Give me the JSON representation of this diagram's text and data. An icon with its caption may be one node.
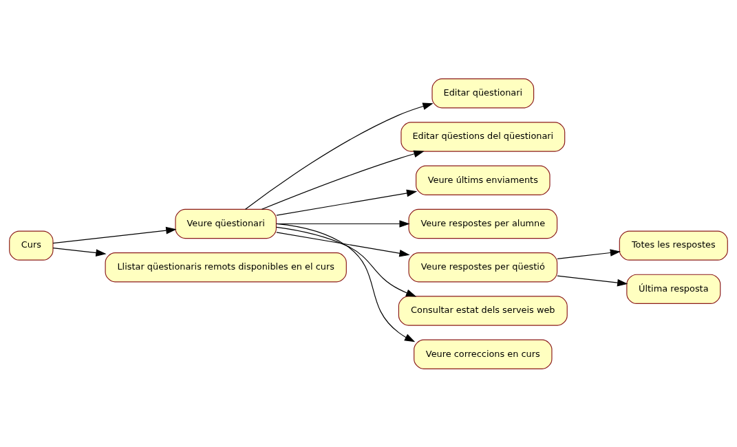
{
  "diagram": {
    "nodes": [
      {
        "text": [
          "Curs"
        ]
      },
      {
        "text": [
          "Veure qüestionari"
        ]
      },
      {
        "text": [
          "Llistar qüestionaris remots disponibles en el curs"
        ]
      },
      {
        "text": [
          "Editar qüestionari"
        ]
      },
      {
        "text": [
          "Editar qüestions del qüestionari"
        ]
      },
      {
        "text": [
          "Veure últims enviaments"
        ]
      },
      {
        "text": [
          "Veure respostes per alumne"
        ]
      },
      {
        "text": [
          "Veure respostes per qüestió"
        ]
      },
      {
        "text": [
          "Consultar estat dels serveis web"
        ]
      },
      {
        "text": [
          "Veure correccions en curs"
        ]
      },
      {
        "text": [
          "Totes les respostes"
        ]
      },
      {
        "text": [
          "Última resposta"
        ]
      }
    ],
    "edges": [
      {
        "from": 0,
        "to": 1,
        "arrow": "to"
      },
      {
        "from": 0,
        "to": 2,
        "arrow": "to"
      },
      {
        "from": 1,
        "to": 3,
        "arrow": "to"
      },
      {
        "from": 1,
        "to": 4,
        "arrow": "to"
      },
      {
        "from": 1,
        "to": 5,
        "arrow": "to"
      },
      {
        "from": 1,
        "to": 6,
        "arrow": "to"
      },
      {
        "from": 1,
        "to": 7,
        "arrow": "to"
      },
      {
        "from": 1,
        "to": 8,
        "arrow": "to"
      },
      {
        "from": 1,
        "to": 9,
        "arrow": "to"
      },
      {
        "from": 7,
        "to": 10,
        "arrow": "to"
      },
      {
        "from": 7,
        "to": 11,
        "arrow": "to"
      }
    ]
  }
}
